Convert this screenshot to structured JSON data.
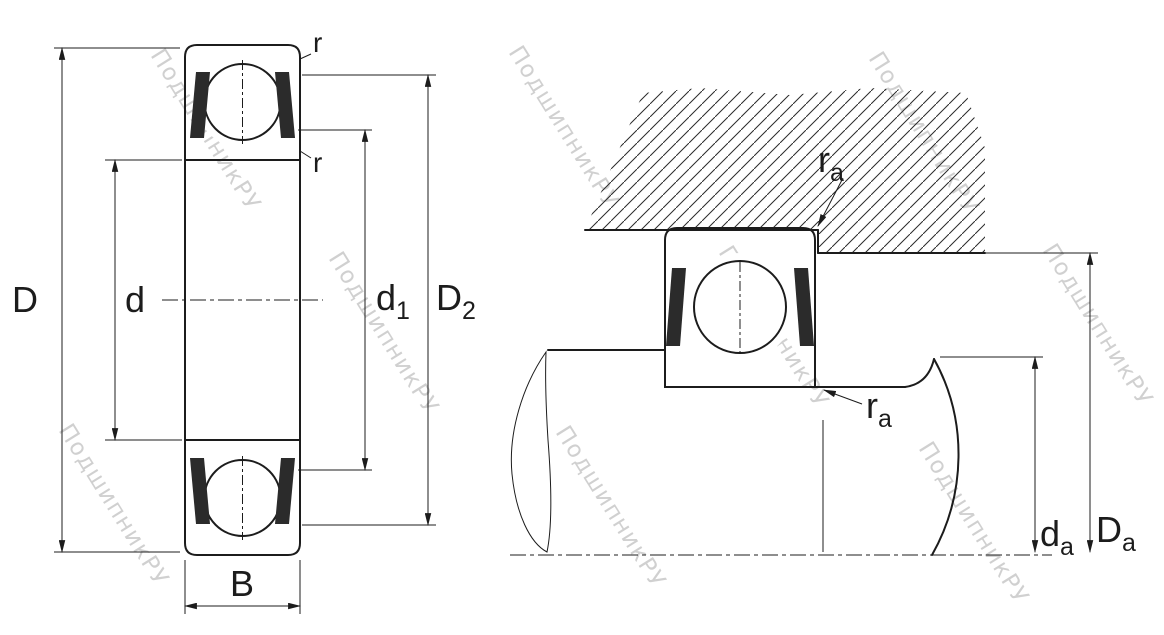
{
  "watermark": {
    "text": "ПодшипникРУ"
  },
  "colors": {
    "line": "#1c1c1c",
    "watermark": "#ababab",
    "seal": "#2b2b2b",
    "background": "#ffffff"
  },
  "left_view": {
    "description": "sealed deep groove ball bearing cross-section",
    "labels": {
      "outer_diameter": "D",
      "bore_diameter": "d",
      "d1": {
        "base": "d",
        "sub": "1"
      },
      "D2": {
        "base": "D",
        "sub": "2"
      },
      "width": "B",
      "r_top": "r",
      "r_mid": "r"
    }
  },
  "right_view": {
    "description": "bearing mounted on shaft in housing (abutment dimensions)",
    "labels": {
      "ra_top": {
        "base": "r",
        "sub": "a"
      },
      "ra_bottom": {
        "base": "r",
        "sub": "a"
      },
      "da": {
        "base": "d",
        "sub": "a"
      },
      "Da": {
        "base": "D",
        "sub": "a"
      }
    }
  }
}
